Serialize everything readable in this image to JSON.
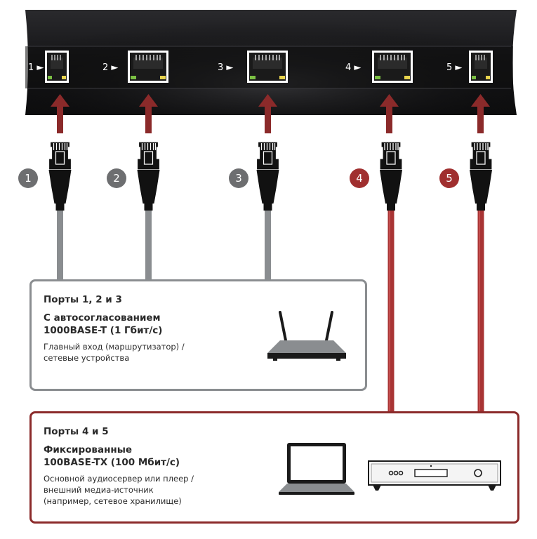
{
  "colors": {
    "gigabit_cable": "#8a8d90",
    "fast_cable": "#a83434",
    "arrow": "#8b2a2a",
    "switch_body": "#1b1b1d",
    "gigabit_badge": "#6d6e70",
    "fast_badge": "#a02f2f"
  },
  "switch": {
    "ports": [
      {
        "label": "1 ►"
      },
      {
        "label": "2 ►"
      },
      {
        "label": "3 ►"
      },
      {
        "label": "4 ►"
      },
      {
        "label": "5 ►"
      }
    ]
  },
  "badges": [
    "1",
    "2",
    "3",
    "4",
    "5"
  ],
  "group_gigabit": {
    "title": "Порты 1, 2 и 3",
    "mode_line1": "С автосогласованием",
    "mode_line2": "1000BASE-T (1 Гбит/с)",
    "desc_line1": "Главный вход (маршрутизатор) /",
    "desc_line2": "сетевые устройства",
    "device_icon": "router-icon"
  },
  "group_fast": {
    "title": "Порты 4 и 5",
    "mode_line1": "Фиксированные",
    "mode_line2": "100BASE-TX (100 Мбит/с)",
    "desc_line1": "Основной аудиосервер или плеер /",
    "desc_line2": "внешний медиа-источник",
    "desc_line3": "(например, сетевое хранилище)",
    "device_icons": [
      "laptop-icon",
      "audio-player-icon"
    ]
  }
}
